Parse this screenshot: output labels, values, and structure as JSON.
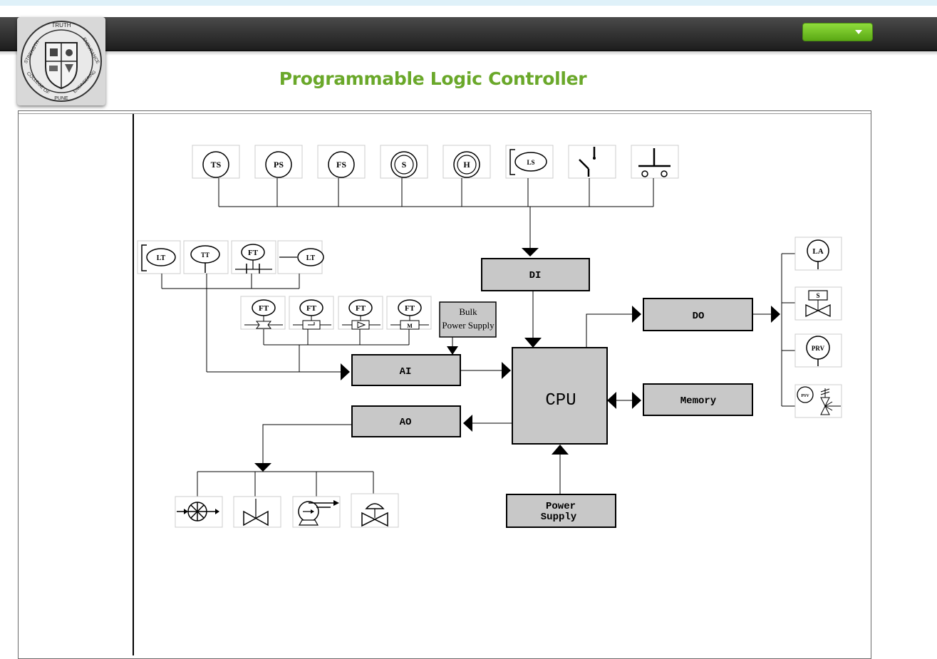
{
  "app": {
    "title": "Programmable Logic Controller",
    "logo": {
      "top": "TRUTH",
      "left": "STRENGTH",
      "right": "ENDURANCE",
      "bottom_left": "COLLEGE OF",
      "bottom_right": "ENGINEERING",
      "bottom": "PUNE"
    },
    "menu_button_icon": "chevron-down-icon",
    "accent_color": "#6aa82a"
  },
  "diagram": {
    "blocks": {
      "di": "DI",
      "do": "DO",
      "ai": "AI",
      "ao": "AO",
      "cpu": "CPU",
      "memory": "Memory",
      "power_supply_1": "Power",
      "power_supply_2": "Supply",
      "bulk_1": "Bulk",
      "bulk_2": "Power Supply"
    },
    "digital_inputs": [
      "TS",
      "PS",
      "FS",
      "S",
      "H",
      "LS"
    ],
    "analog_inputs_top": [
      "LT",
      "TT",
      "FT",
      "LT"
    ],
    "analog_inputs_bottom": [
      "FT",
      "FT",
      "FT",
      "FT"
    ],
    "flow_meter_marks": [
      "M"
    ],
    "digital_outputs": [
      "LA",
      "S",
      "PRV",
      "PSV"
    ]
  }
}
